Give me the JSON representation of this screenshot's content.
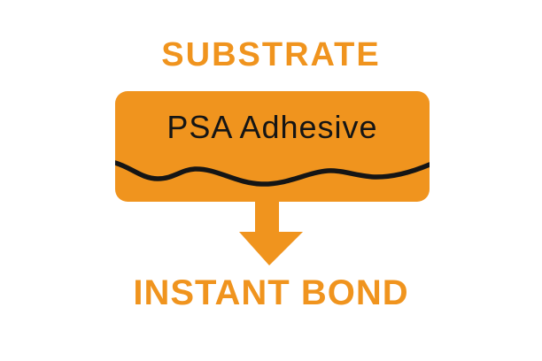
{
  "colors": {
    "orange": "#F0941E",
    "ink": "#151515",
    "background": "#FFFFFF"
  },
  "diagram": {
    "substrate_label": "SUBSTRATE",
    "adhesive_label": "PSA Adhesive",
    "instant_bond_label": "INSTANT BOND",
    "icons": {
      "wave": "wavy-bond-line-icon",
      "arrow": "down-arrow-icon"
    }
  }
}
